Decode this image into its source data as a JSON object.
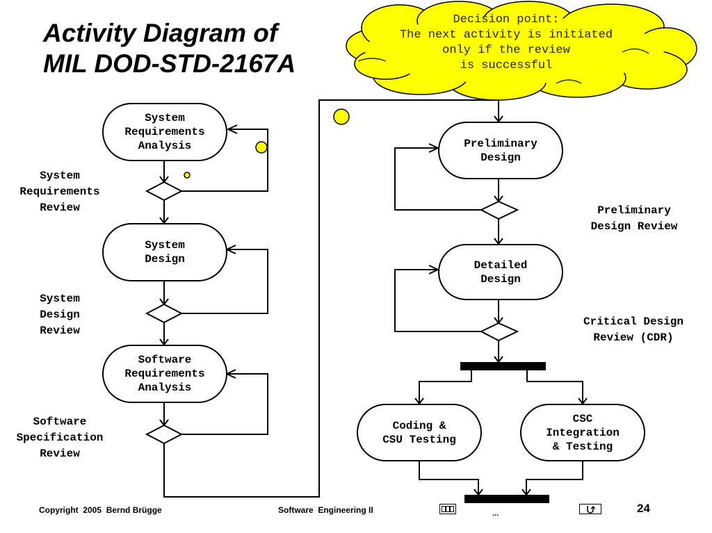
{
  "title": {
    "line1": "Activity Diagram of",
    "line2": "MIL DOD-STD-2167A"
  },
  "callout": {
    "line1": "Decision point:",
    "line2": "The next activity is initiated",
    "line3": "only if the review",
    "line4": "is successful",
    "fill_color": "#ffff00"
  },
  "activities": {
    "sra": [
      "System",
      "Requirements",
      "Analysis"
    ],
    "sd": [
      "System",
      "Design"
    ],
    "swra": [
      "Software",
      "Requirements",
      "Analysis"
    ],
    "pd": [
      "Preliminary",
      "Design"
    ],
    "dd": [
      "Detailed",
      "Design"
    ],
    "coding": [
      "Coding &",
      "CSU Testing"
    ],
    "csc": [
      "CSC",
      "Integration",
      "& Testing"
    ]
  },
  "reviews": {
    "srr": [
      "System",
      "Requirements",
      "Review"
    ],
    "sdr": [
      "System",
      "Design",
      "Review"
    ],
    "ssr": [
      "Software",
      "Specification",
      "Review"
    ],
    "pdr": [
      "Preliminary",
      "Design Review"
    ],
    "cdr": [
      "Critical Design",
      "Review (CDR)"
    ]
  },
  "footer": {
    "copyright": "Copyright  2005  Bernd Brügge",
    "course": "Software  Engineering II",
    "page": "24",
    "ellipsis": "...",
    "nav_left_icon": "slide-sorter-icon",
    "nav_right_icon": "return-icon"
  }
}
